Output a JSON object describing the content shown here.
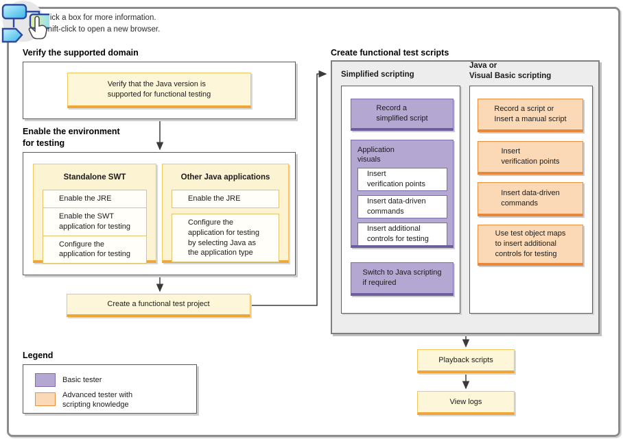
{
  "hint": {
    "line1": "Click a box for more information.",
    "line2": "Shift-click to open a new browser."
  },
  "verify_domain": {
    "heading": "Verify the supported domain",
    "verify_java_label": "Verify that the Java version is\nsupported for functional testing"
  },
  "enable_env": {
    "heading": "Enable the environment\nfor testing",
    "standalone_swt": {
      "title": "Standalone SWT",
      "items": [
        "Enable the JRE",
        "Enable the SWT\napplication for testing",
        "Configure the\napplication for testing"
      ]
    },
    "other_java": {
      "title": "Other Java applications",
      "items": [
        "Enable the JRE",
        "Configure the\napplication for testing\nby selecting Java as\nthe application type"
      ]
    }
  },
  "create_project_label": "Create a functional test project",
  "test_scripts": {
    "heading": "Create functional test scripts",
    "simplified": {
      "title": "Simplified scripting",
      "record_label": "Record a\nsimplified script",
      "app_visuals": {
        "title": "Application\nvisuals",
        "items": [
          "Insert\nverification points",
          "Insert data-driven\ncommands",
          "Insert additional\ncontrols for testing"
        ]
      },
      "switch_label": "Switch to Java scripting\nif required"
    },
    "java_vb": {
      "title": "Java or\nVisual Basic scripting",
      "items": [
        "Record a script or\nInsert a manual script",
        "Insert\nverification points",
        "Insert data-driven\ncommands",
        "Use test object maps\nto insert additional\ncontrols for testing"
      ]
    }
  },
  "playback_label": "Playback scripts",
  "view_logs_label": "View logs",
  "legend": {
    "heading": "Legend",
    "basic_label": "Basic tester",
    "advanced_label": "Advanced tester with\nscripting knowledge"
  },
  "colors": {
    "basic_tester": "#b4a7d2",
    "advanced_tester": "#fbd9b6",
    "task_yellow": "#fdf6d9",
    "yellow_border": "#efa636",
    "purple_border": "#6d5d9d",
    "orange_border": "#e8873a",
    "panel_grey": "#ededed"
  }
}
